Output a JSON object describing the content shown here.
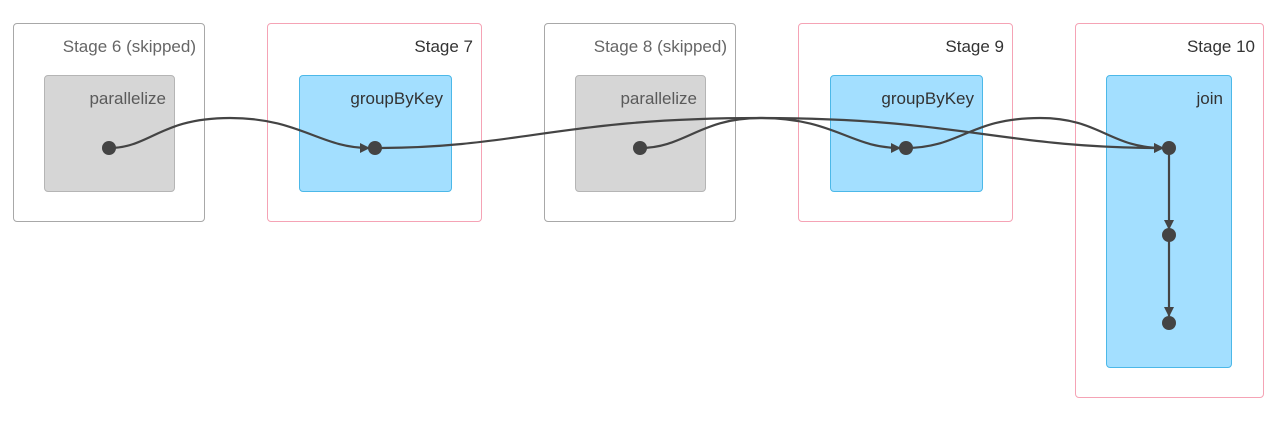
{
  "colors": {
    "skipped_border": "#a8a8a8",
    "active_border": "#f5a3b5",
    "rdd_blue_fill": "#a3dfff",
    "rdd_blue_border": "#4cb8e8",
    "rdd_grey_fill": "#d6d6d6",
    "edge": "#444444",
    "node": "#444444"
  },
  "stages": [
    {
      "title": "Stage 6 (skipped)",
      "state": "skipped",
      "cluster": {
        "label": "parallelize",
        "style": "grey"
      }
    },
    {
      "title": "Stage 7",
      "state": "active",
      "cluster": {
        "label": "groupByKey",
        "style": "blue"
      }
    },
    {
      "title": "Stage 8 (skipped)",
      "state": "skipped",
      "cluster": {
        "label": "parallelize",
        "style": "grey"
      }
    },
    {
      "title": "Stage 9",
      "state": "active",
      "cluster": {
        "label": "groupByKey",
        "style": "blue"
      }
    },
    {
      "title": "Stage 10",
      "state": "active",
      "cluster": {
        "label": "join",
        "style": "blue"
      }
    }
  ],
  "nodes": [
    "s6-n1",
    "s7-n1",
    "s8-n1",
    "s9-n1",
    "s10-n1",
    "s10-n2",
    "s10-n3"
  ],
  "edges": [
    {
      "from": "s6-n1",
      "to": "s7-n1"
    },
    {
      "from": "s7-n1",
      "to": "s10-n1"
    },
    {
      "from": "s8-n1",
      "to": "s9-n1"
    },
    {
      "from": "s9-n1",
      "to": "s10-n1"
    },
    {
      "from": "s10-n1",
      "to": "s10-n2"
    },
    {
      "from": "s10-n2",
      "to": "s10-n3"
    }
  ]
}
